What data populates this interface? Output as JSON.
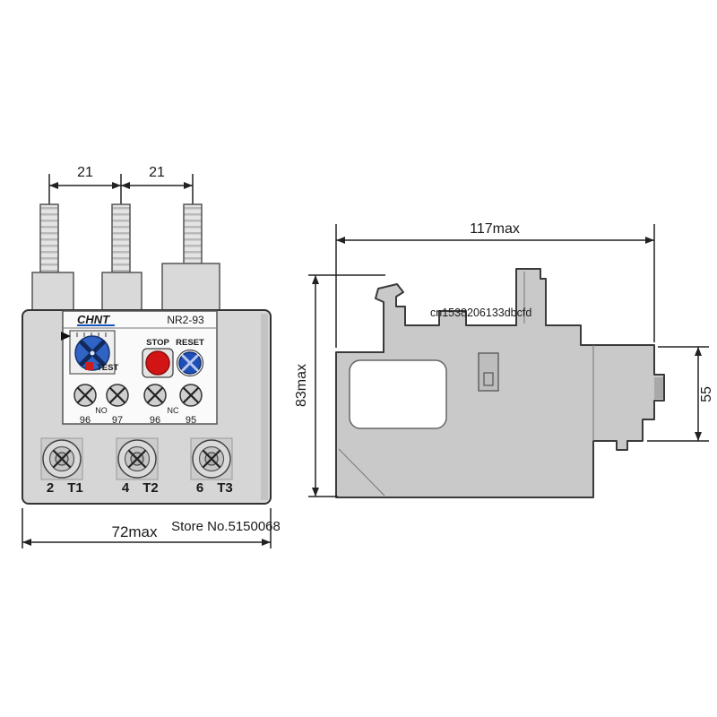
{
  "watermarks": {
    "seller_id": "cn1538206133dbcfd",
    "store": "Store No.5150068"
  },
  "front_view": {
    "dims": {
      "pin_pitch_left": "21",
      "pin_pitch_right": "21",
      "overall_width": "72max"
    },
    "label": {
      "brand": "CHNT",
      "model": "NR2-93"
    },
    "controls": {
      "stop": "STOP",
      "reset": "RESET",
      "test": "TEST"
    },
    "aux": {
      "no": "NO",
      "nc": "NC",
      "terminals": [
        "96",
        "97",
        "96",
        "95"
      ]
    },
    "main_terminals": [
      {
        "num": "2",
        "id": "T1"
      },
      {
        "num": "4",
        "id": "T2"
      },
      {
        "num": "6",
        "id": "T3"
      }
    ]
  },
  "side_view": {
    "dims": {
      "overall_length": "117max",
      "overall_height": "83max",
      "upper_depth": "55"
    }
  },
  "colors": {
    "body_gray": "#d6d6d6",
    "side_gray": "#c9c9c9",
    "brand_blue": "#1758b8",
    "dial_blue": "#2f63c4",
    "button_red": "#d31414",
    "reset_blue": "#1d4fb8",
    "test_red": "#cf1d1d",
    "watermark_orange": "#e2803f",
    "store_gray": "#8a8a8a"
  }
}
